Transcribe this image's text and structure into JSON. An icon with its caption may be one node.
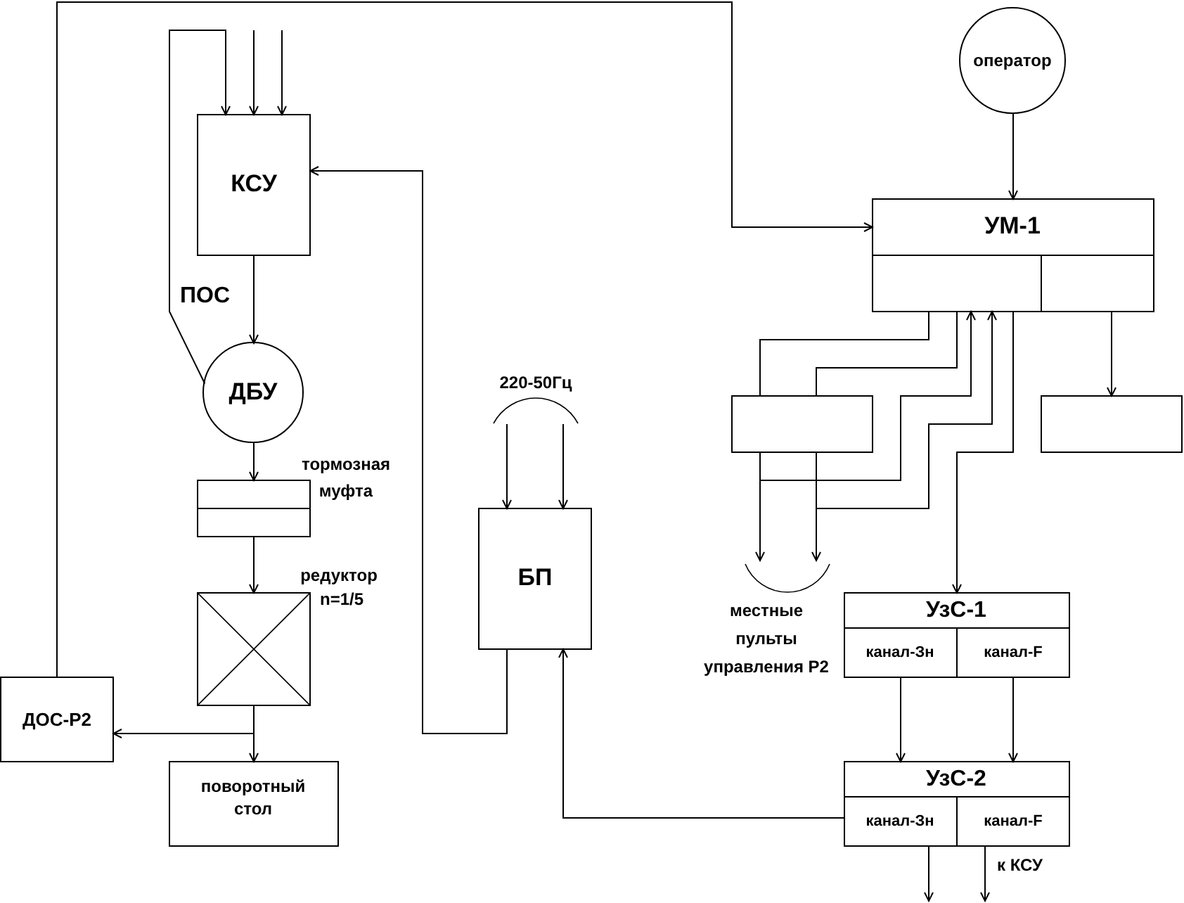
{
  "diagram": {
    "nodes": [
      {
        "text": [
          "КСУ"
        ]
      },
      {
        "text": [
          "ДБУ"
        ]
      },
      {
        "text": [
          "тормозная муфта"
        ]
      },
      {
        "text": [
          "редуктор",
          "n=1/5"
        ]
      },
      {
        "text": [
          "ДОС-Р2"
        ]
      },
      {
        "text": [
          "поворотный стол"
        ]
      },
      {
        "text": [
          "220-50Гц"
        ]
      },
      {
        "text": [
          "БП"
        ]
      },
      {
        "text": [
          "оператор"
        ]
      },
      {
        "text": [
          "УМ-1"
        ]
      },
      {
        "text": [],
        "shape": "box",
        "in": 9
      },
      {
        "text": [],
        "shape": "box",
        "in": 9
      },
      {
        "text": [],
        "shape": "box"
      },
      {
        "text": [],
        "shape": "box"
      },
      {
        "text": [
          "местные пульты управления Р2"
        ]
      },
      {
        "text": [
          "УзС-1"
        ]
      },
      {
        "text": [
          "канал-Зн"
        ],
        "in": 15
      },
      {
        "text": [
          "канал-F"
        ],
        "in": 15
      },
      {
        "text": [
          "УзС-2"
        ]
      },
      {
        "text": [
          "канал-Зн"
        ],
        "in": 18
      },
      {
        "text": [
          "канал-F"
        ],
        "in": 18
      }
    ],
    "edges": [
      {
        "from": null,
        "to": 0,
        "arrow": "to"
      },
      {
        "from": null,
        "to": 0,
        "arrow": "to"
      },
      {
        "from": 1,
        "to": 0,
        "arrow": "to",
        "label": "ПОС"
      },
      {
        "from": 0,
        "to": 1,
        "arrow": "to"
      },
      {
        "from": 1,
        "to": 2,
        "arrow": "to"
      },
      {
        "from": 2,
        "to": 3,
        "arrow": "to"
      },
      {
        "from": 3,
        "to": 5,
        "arrow": "to"
      },
      {
        "from": 3,
        "to": 4,
        "arrow": "to"
      },
      {
        "from": 4,
        "to": 9,
        "arrow": "to"
      },
      {
        "from": 6,
        "to": 7,
        "arrow": "to"
      },
      {
        "from": 6,
        "to": 7,
        "arrow": "to"
      },
      {
        "from": 7,
        "to": 0,
        "arrow": "to"
      },
      {
        "from": 19,
        "to": 7,
        "arrow": "to"
      },
      {
        "from": 8,
        "to": 9,
        "arrow": "to"
      },
      {
        "from": 11,
        "to": 13,
        "arrow": "to"
      },
      {
        "from": 10,
        "to": 12,
        "arrow": "none"
      },
      {
        "from": 10,
        "to": 12,
        "arrow": "none"
      },
      {
        "from": 12,
        "to": 14,
        "arrow": "to"
      },
      {
        "from": 12,
        "to": 14,
        "arrow": "to"
      },
      {
        "from": 12,
        "to": 10,
        "arrow": "to"
      },
      {
        "from": 12,
        "to": 10,
        "arrow": "to"
      },
      {
        "from": 10,
        "to": 15,
        "arrow": "to"
      },
      {
        "from": 16,
        "to": 18,
        "arrow": "to"
      },
      {
        "from": 17,
        "to": 18,
        "arrow": "to"
      },
      {
        "from": 19,
        "to": null,
        "arrow": "to"
      },
      {
        "from": 20,
        "to": null,
        "arrow": "to"
      }
    ],
    "labels": [
      "к КСУ"
    ]
  }
}
